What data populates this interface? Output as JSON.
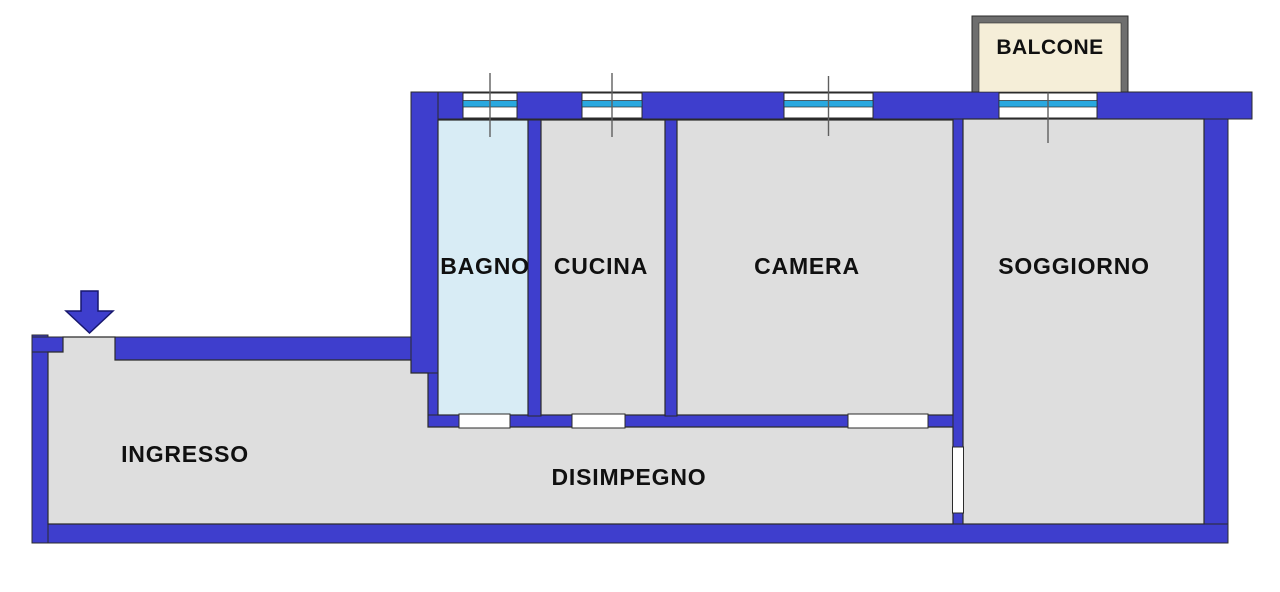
{
  "colors": {
    "wall": "#3E3ECD",
    "floor": "#DEDEDE",
    "bagnoFloor": "#D8ECF5",
    "windowGlass": "#29A8DF",
    "balcony": "#F5EED8",
    "balconyBorder": "#6E6E6E",
    "outline": "#2B2B2B",
    "doorGap": "#FFFFFF"
  },
  "rooms": {
    "bagno": {
      "label": "BAGNO"
    },
    "cucina": {
      "label": "CUCINA"
    },
    "camera": {
      "label": "CAMERA"
    },
    "soggiorno": {
      "label": "SOGGIORNO"
    },
    "ingresso": {
      "label": "INGRESSO"
    },
    "disimpegno": {
      "label": "DISIMPEGNO"
    },
    "balcone": {
      "label": "BALCONE"
    }
  }
}
